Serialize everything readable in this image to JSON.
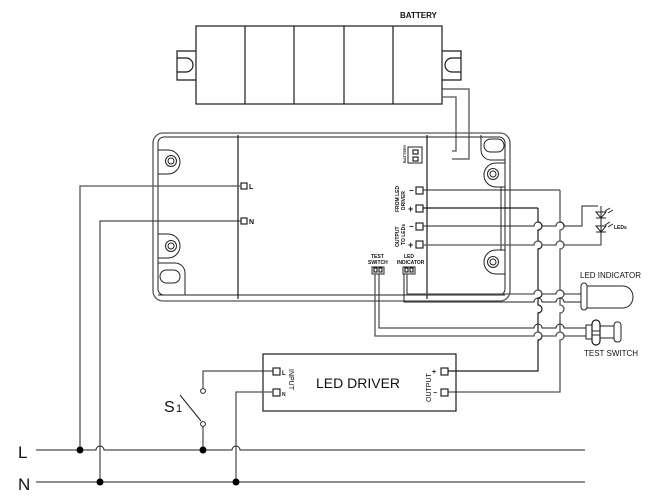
{
  "battery": {
    "label": "BATTERY",
    "cells": 5
  },
  "module": {
    "input_terminals": [
      "L",
      "N"
    ],
    "battery_label": "BATTERY",
    "from_driver_label_1": "FROM LED",
    "from_driver_label_2": "DRIVER",
    "output_label_1": "OUTPUT",
    "output_label_2": "TO LEDs",
    "minus": "−",
    "plus": "+",
    "test_switch_label_1": "TEST",
    "test_switch_label_2": "SWITCH",
    "led_indicator_label_1": "LED",
    "led_indicator_label_2": "INDICATOR"
  },
  "leds": {
    "label": "LEDs"
  },
  "led_indicator": {
    "label": "LED  INDICATOR"
  },
  "test_switch": {
    "label": "TEST  SWITCH"
  },
  "driver": {
    "title": "LED  DRIVER",
    "input_label": "INPUT",
    "output_label": "OUTPUT",
    "input_terminals": [
      "L",
      "N"
    ],
    "output_plus": "+",
    "output_minus": "−"
  },
  "switch": {
    "label": "S",
    "subscript": "1"
  },
  "mains": {
    "line": "L",
    "neutral": "N"
  }
}
